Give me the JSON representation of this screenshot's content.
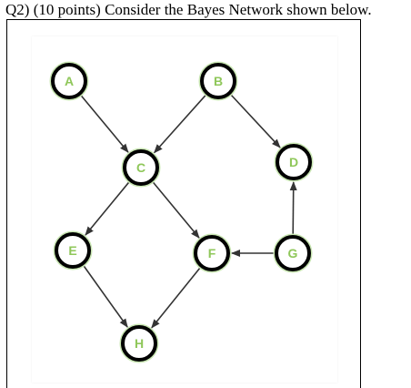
{
  "question": {
    "text": "Q2) (10 points) Consider the Bayes Network shown below."
  },
  "colors": {
    "node_fill": "#ffffff",
    "node_stroke": "#000000",
    "node_glow": "#c9e6b3",
    "label": "#8fc75a",
    "edge": "#333333"
  },
  "network": {
    "nodes": [
      {
        "id": "A",
        "label": "A"
      },
      {
        "id": "B",
        "label": "B"
      },
      {
        "id": "C",
        "label": "C"
      },
      {
        "id": "D",
        "label": "D"
      },
      {
        "id": "E",
        "label": "E"
      },
      {
        "id": "F",
        "label": "F"
      },
      {
        "id": "G",
        "label": "G"
      },
      {
        "id": "H",
        "label": "H"
      }
    ],
    "edges": [
      {
        "from": "A",
        "to": "C"
      },
      {
        "from": "B",
        "to": "C"
      },
      {
        "from": "B",
        "to": "D"
      },
      {
        "from": "C",
        "to": "E"
      },
      {
        "from": "C",
        "to": "F"
      },
      {
        "from": "G",
        "to": "F"
      },
      {
        "from": "G",
        "to": "D"
      },
      {
        "from": "E",
        "to": "H"
      },
      {
        "from": "F",
        "to": "H"
      }
    ]
  }
}
